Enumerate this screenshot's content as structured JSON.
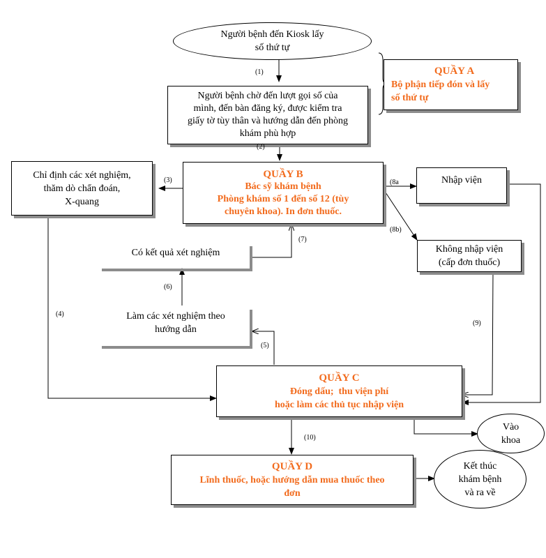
{
  "start": {
    "line1": "Người bệnh đến Kiosk lấy",
    "line2": "số thứ tự"
  },
  "step_wait": {
    "lines": [
      "Người bệnh chờ đến lượt gọi số của",
      "mình, đến bàn đăng ký, được kiểm tra",
      "giấy tờ tùy thân và hướng dẫn đến phòng",
      "khám phù hợp"
    ]
  },
  "quay_a": {
    "title": "QUẦY A",
    "lines": [
      "Bộ phận tiếp đón và lấy",
      "số thứ tự"
    ]
  },
  "quay_b": {
    "title": "QUẦY B",
    "lines": [
      "Bác sỹ khám bệnh",
      "Phòng khám số 1 đến số 12 (tùy",
      "chuyên khoa). In đơn thuốc."
    ]
  },
  "tests_order": {
    "lines": [
      "Chỉ định các xét nghiệm,",
      "thăm dò chẩn đoán,",
      "X-quang"
    ]
  },
  "admit": {
    "label": "Nhập viện"
  },
  "no_admit": {
    "lines": [
      "Không nhập viện",
      "(cấp đơn thuốc)"
    ]
  },
  "results": {
    "label": "Có kết quả xét nghiệm"
  },
  "do_tests": {
    "lines": [
      "Làm các xét nghiệm theo",
      "hướng dẫn"
    ]
  },
  "quay_c": {
    "title": "QUẦY C",
    "lines": [
      "Đóng dấu;  thu viện phí",
      "hoặc làm các thủ tục nhập viện"
    ]
  },
  "quay_d": {
    "title": "QUẦY D",
    "lines": [
      "Lĩnh thuốc, hoặc hướng dẫn mua thuốc theo",
      "đơn"
    ]
  },
  "ward": {
    "lines": [
      "Vào",
      "khoa"
    ]
  },
  "end": {
    "lines": [
      "Kết thúc",
      "khám bệnh",
      "và ra về"
    ]
  },
  "step_labels": {
    "s1": "(1)",
    "s2": "(2)",
    "s3": "(3)",
    "s4": "(4)",
    "s5": "(5)",
    "s6": "(6)",
    "s7": "(7)",
    "s8a": "(8a",
    "s8b": "(8b)",
    "s9": "(9)",
    "s10": "(10)"
  },
  "colors": {
    "accent": "#f26b1d",
    "shadow": "#8c8c8c"
  }
}
